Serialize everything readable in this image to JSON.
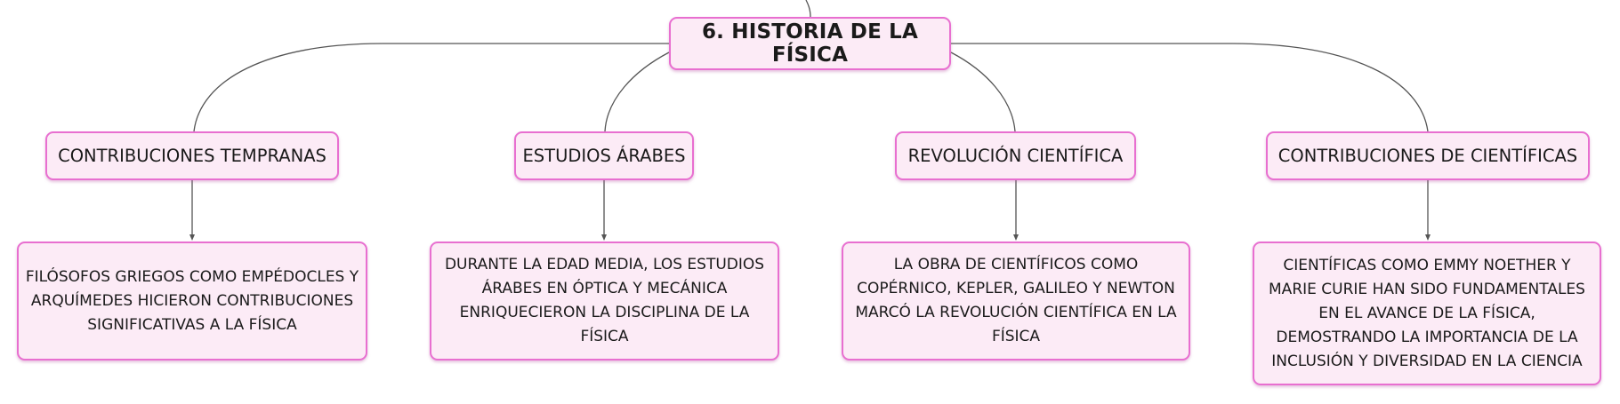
{
  "colors": {
    "node_fill": "#fcebf6",
    "node_border": "#e86fd0",
    "connector": "#555555",
    "text": "#1a1a1a"
  },
  "root": {
    "label": "6. HISTORIA DE LA FÍSICA"
  },
  "branches": [
    {
      "label": "CONTRIBUCIONES TEMPRANAS",
      "detail": "FILÓSOFOS GRIEGOS COMO EMPÉDOCLES Y ARQUÍMEDES HICIERON CONTRIBUCIONES SIGNIFICATIVAS A LA FÍSICA"
    },
    {
      "label": "ESTUDIOS ÁRABES",
      "detail": "DURANTE LA EDAD MEDIA, LOS ESTUDIOS ÁRABES EN ÓPTICA Y MECÁNICA ENRIQUECIERON LA DISCIPLINA DE LA FÍSICA"
    },
    {
      "label": "REVOLUCIÓN CIENTÍFICA",
      "detail": "LA OBRA DE CIENTÍFICOS COMO COPÉRNICO, KEPLER, GALILEO Y NEWTON MARCÓ LA REVOLUCIÓN CIENTÍFICA EN LA FÍSICA"
    },
    {
      "label": "CONTRIBUCIONES DE CIENTÍFICAS",
      "detail": "CIENTÍFICAS COMO EMMY NOETHER Y MARIE CURIE HAN SIDO FUNDAMENTALES EN EL AVANCE DE LA FÍSICA, DEMOSTRANDO LA IMPORTANCIA DE LA INCLUSIÓN Y DIVERSIDAD EN LA CIENCIA"
    }
  ]
}
